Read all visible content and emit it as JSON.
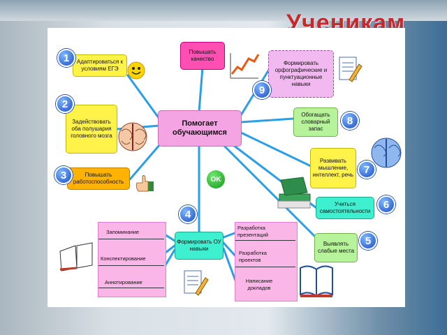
{
  "title": "Ученикам",
  "center": "Помогает обучающимся",
  "nodes": {
    "n1": "Адаптироваться к условиям ЕГЭ",
    "n2": "Задействовать оба полушария головного мозга",
    "n3": "Повышать работоспособность",
    "n4": "Формировать ОУ навыки",
    "n5": "Выявлять слабые места",
    "n6": "Учиться самостоятельности",
    "n7": "Развивать мышление, интеллект, речь",
    "n8": "Обогащать словарный запас",
    "n9": "Формировать орфографические и пунктуационные навыки",
    "quality": "Повышать качество"
  },
  "numbers": [
    "1",
    "2",
    "3",
    "4",
    "5",
    "6",
    "7",
    "8",
    "9"
  ],
  "ok_label": "OK",
  "left_panel": [
    "Запоминание",
    "Конспектирование",
    "Аннотирование"
  ],
  "right_panel": [
    "Разработка презентаций",
    "Разработка проектов",
    "Написание докладов"
  ],
  "colors": {
    "title": "#c8282c",
    "line": "#2a9ee6",
    "numbers": "#1a4ec4"
  }
}
